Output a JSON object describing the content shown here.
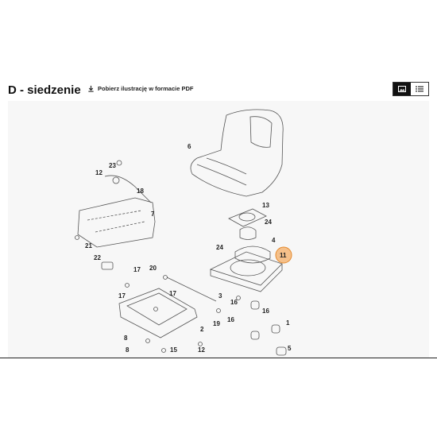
{
  "page": {
    "title": "D - siedzenie",
    "pdf_link_label": "Pobierz ilustrację w formacie PDF"
  },
  "view_toggle": {
    "image_view_icon": "image-view-icon",
    "list_view_icon": "list-view-icon",
    "active": "image"
  },
  "diagram": {
    "highlight_color": "#f5c08a",
    "highlight_stroke": "#e58a2e",
    "callouts": [
      "6",
      "23",
      "12",
      "18",
      "7",
      "13",
      "24",
      "21",
      "4",
      "24",
      "11",
      "22",
      "17",
      "20",
      "17",
      "16",
      "17",
      "3",
      "16",
      "16",
      "1",
      "2",
      "19",
      "8",
      "15",
      "12",
      "5",
      "8"
    ]
  }
}
